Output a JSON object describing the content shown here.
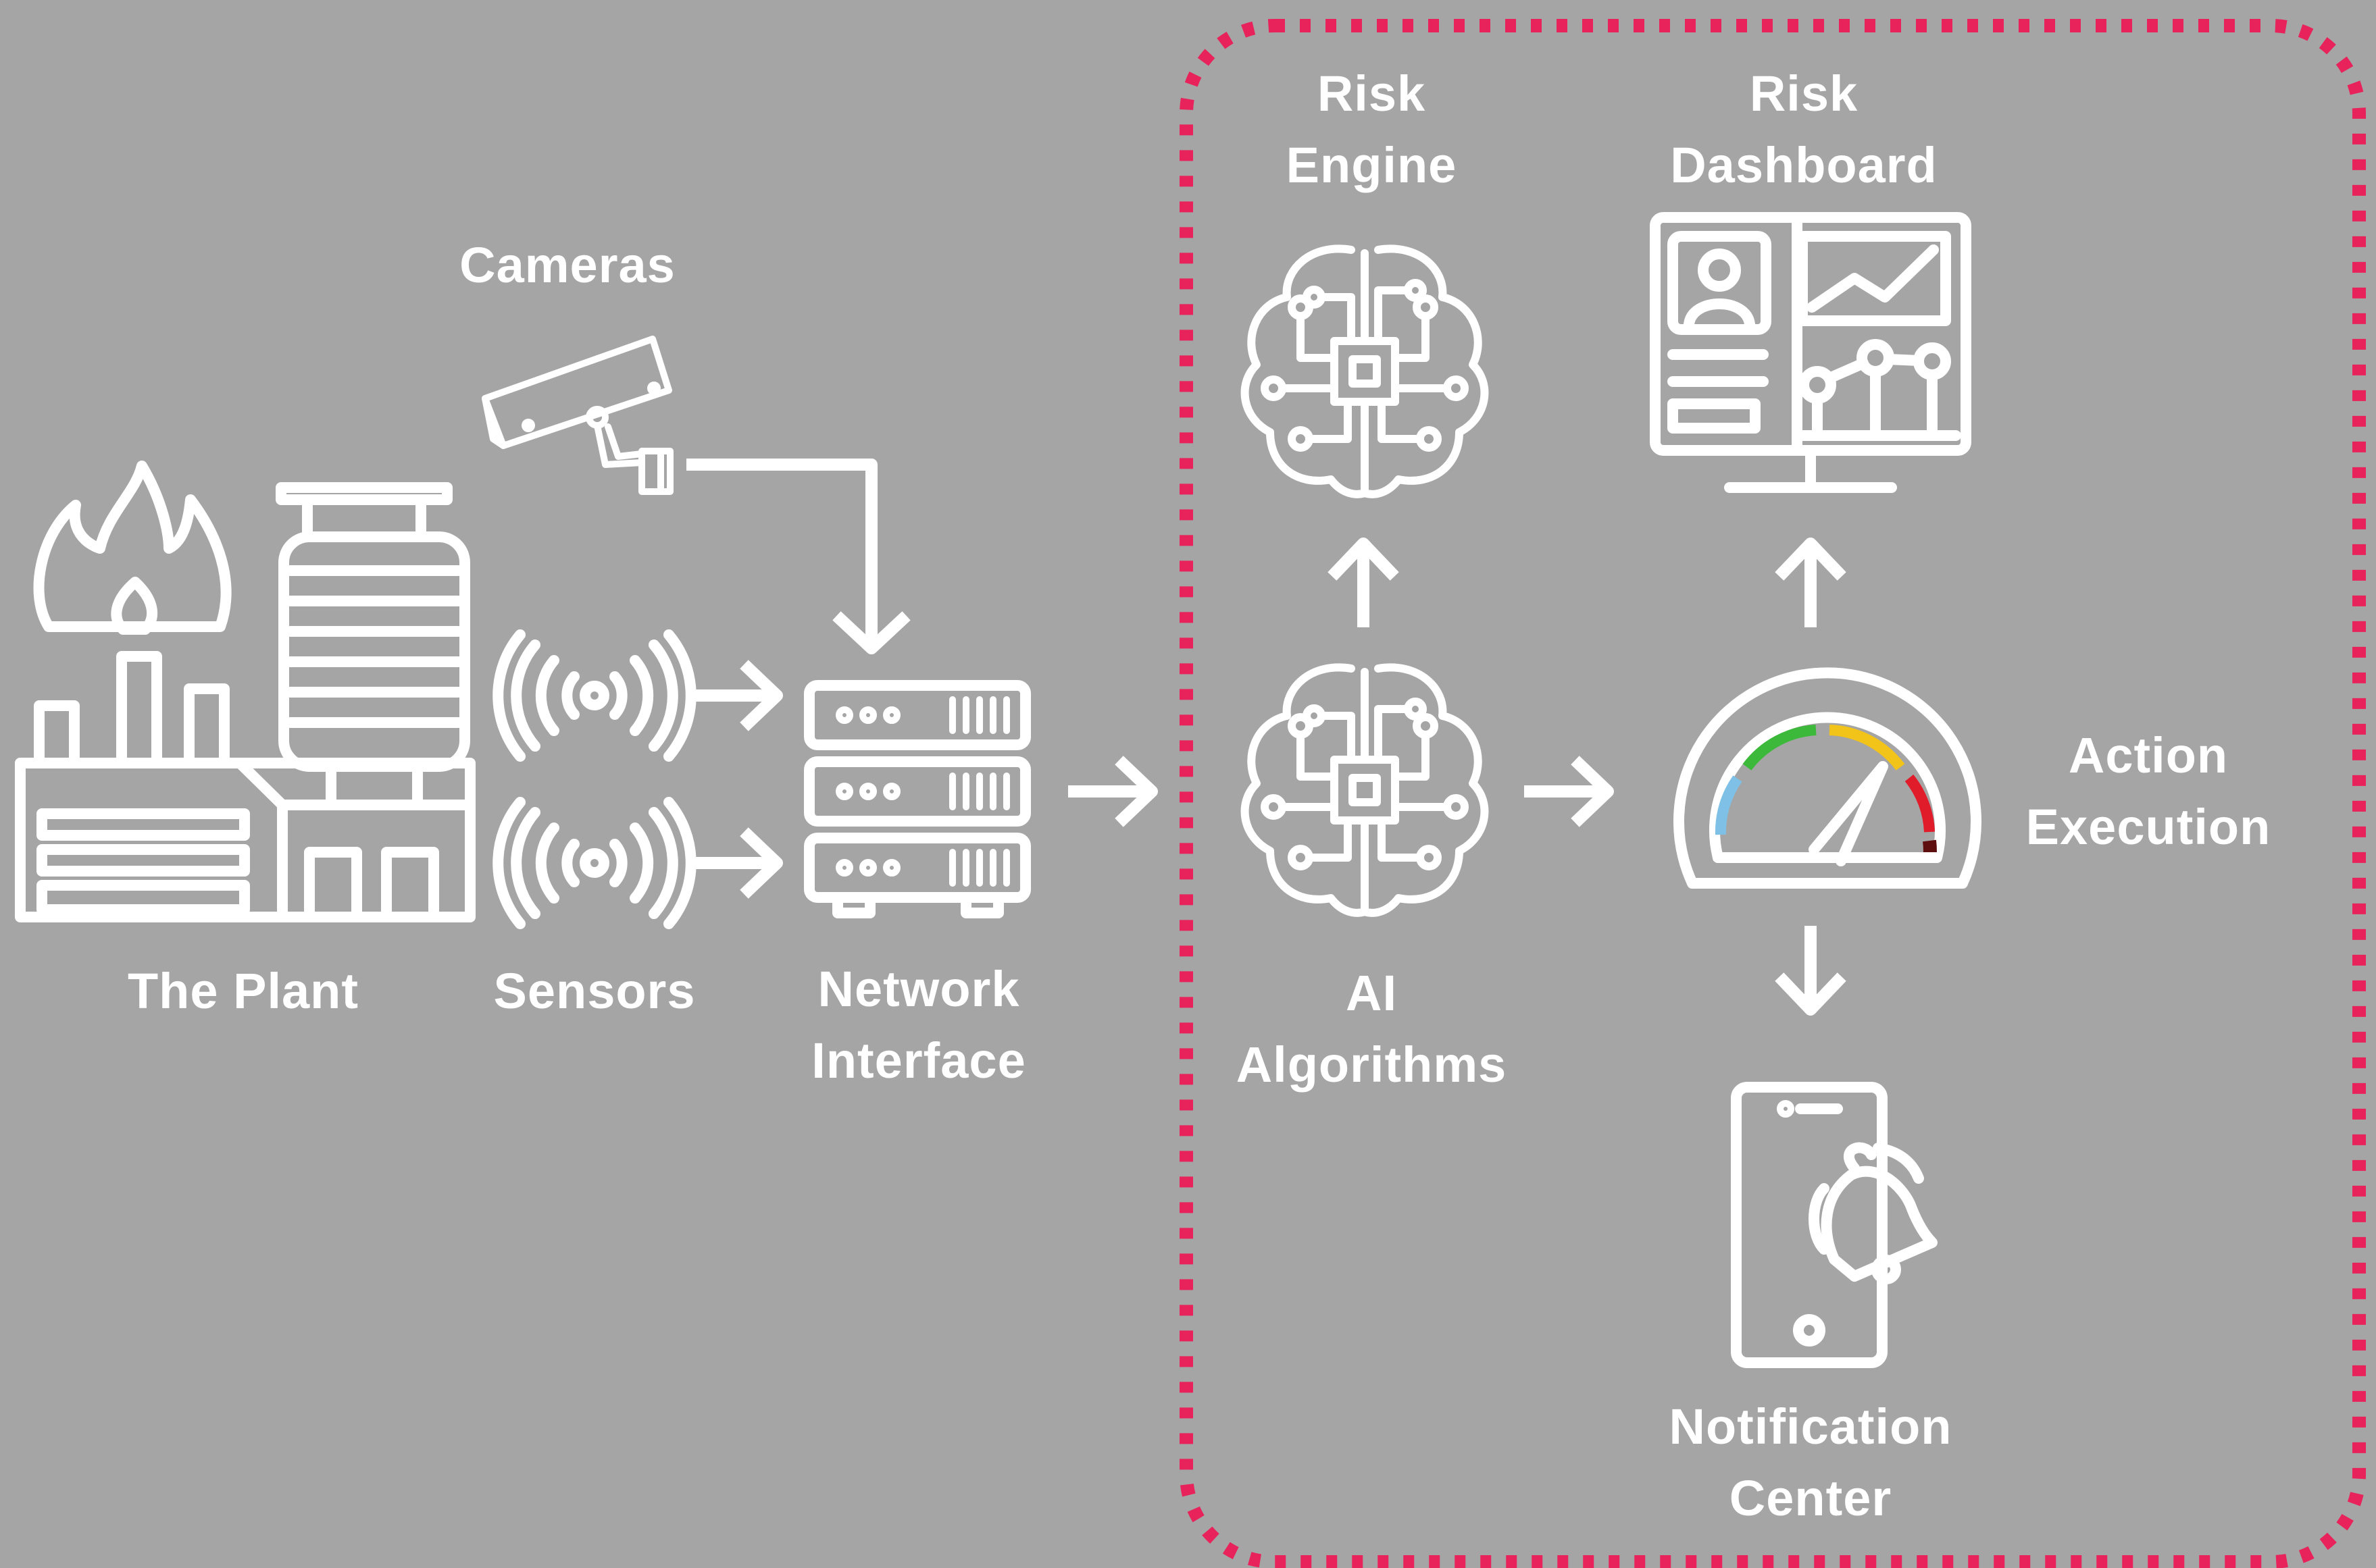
{
  "colors": {
    "background": "#a5a5a5",
    "foreground": "#ffffff",
    "boundary": "#e8225a",
    "gauge_segments": [
      "#7fc0e6",
      "#3cb83a",
      "#f2c318",
      "#e01b2a",
      "#5e0e0e"
    ]
  },
  "labels": {
    "plant": "The Plant",
    "cameras": "Cameras",
    "sensors": "Sensors",
    "network_line1": "Network",
    "network_line2": "Interface",
    "risk_engine_line1": "Risk",
    "risk_engine_line2": "Engine",
    "risk_dashboard_line1": "Risk",
    "risk_dashboard_line2": "Dashboard",
    "ai_line1": "AI",
    "ai_line2": "Algorithms",
    "action_line1": "Action",
    "action_line2": "Execution",
    "notification_line1": "Notification",
    "notification_line2": "Center"
  },
  "icons": {
    "plant": "factory-fire-icon",
    "camera": "security-camera-icon",
    "sensor": "wireless-signal-icon",
    "network": "server-rack-icon",
    "brain": "ai-brain-chip-icon",
    "dashboard": "monitor-dashboard-icon",
    "gauge": "risk-gauge-icon",
    "phone": "phone-bell-icon"
  }
}
